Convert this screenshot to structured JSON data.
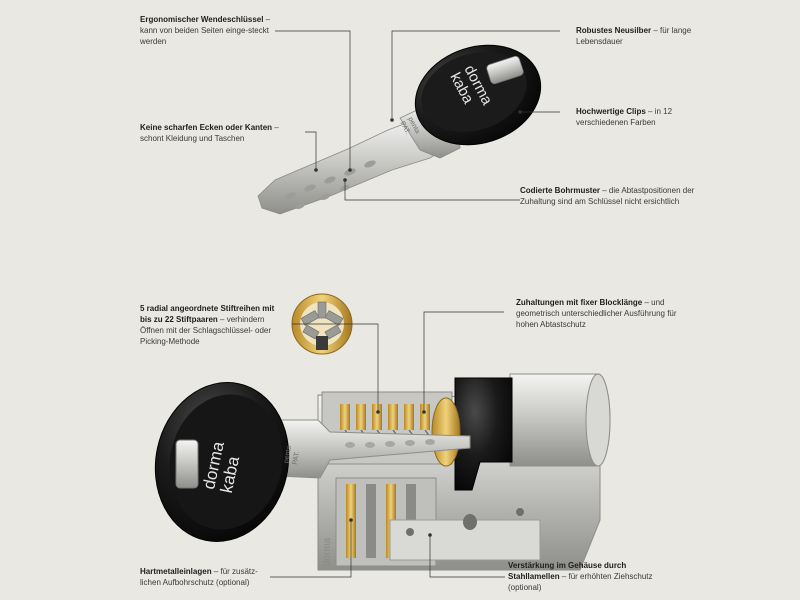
{
  "brand": {
    "line1": "dorma",
    "line2": "kaba",
    "key_stamp_1": "penta",
    "key_stamp_2": "PAT."
  },
  "callouts": {
    "wendeschluessel": {
      "title": "Ergonomischer Wendeschlüssel",
      "text": " – kann von beiden Seiten einge-steckt werden"
    },
    "neusilber": {
      "title": "Robustes Neusilber",
      "text": " – für lange Lebensdauer"
    },
    "ecken": {
      "title": "Keine scharfen Ecken oder Kanten",
      "text": " – schont Kleidung und Taschen"
    },
    "clips": {
      "title": "Hochwertige Clips",
      "text": " – in 12 verschiedenen Farben"
    },
    "bohrmuster": {
      "title": "Codierte Bohrmuster",
      "text": " – die Abtastpositionen der Zuhaltung sind am Schlüssel nicht ersichtlich"
    },
    "stiftreihen": {
      "title": "5 radial angeordnete Stiftreihen mit bis zu 22 Stiftpaaren",
      "text": " – verhindern Öffnen mit der Schlagschlüssel- oder Picking-Methode"
    },
    "zuhaltungen": {
      "title": "Zuhaltungen mit fixer Blocklänge",
      "text": " – und geometrisch unterschiedlicher Ausführung für hohen Abtastschutz"
    },
    "hartmetall": {
      "title": "Hartmetalleinlagen",
      "text": " – für zusätz-lichen Aufbohrschutz (optional)"
    },
    "verstaerkung": {
      "title": "Verstärkung im Gehäuse durch Stahllamellen",
      "text": " – für erhöhten Ziehschutz (optional)"
    }
  }
}
